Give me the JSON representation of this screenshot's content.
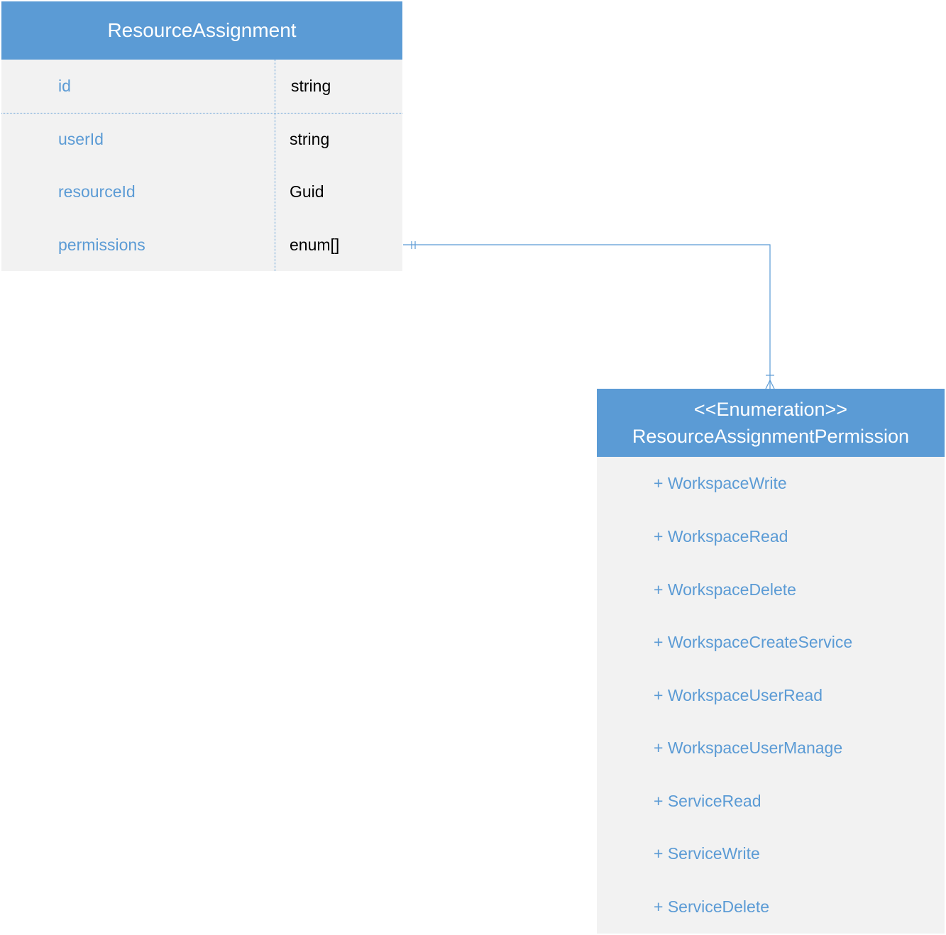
{
  "entity_a": {
    "title": "ResourceAssignment",
    "fields": [
      {
        "name": "id",
        "type": "string"
      },
      {
        "name": "userId",
        "type": "string"
      },
      {
        "name": "resourceId",
        "type": "Guid"
      },
      {
        "name": "permissions",
        "type": "enum[]"
      }
    ]
  },
  "entity_b": {
    "stereotype": "<<Enumeration>>",
    "title": "ResourceAssignmentPermission",
    "items": [
      "+ WorkspaceWrite",
      "+ WorkspaceRead",
      "+ WorkspaceDelete",
      "+ WorkspaceCreateService",
      "+ WorkspaceUserRead",
      "+ WorkspaceUserManage",
      "+ ServiceRead",
      "+ ServiceWrite",
      "+ ServiceDelete"
    ]
  },
  "colors": {
    "header": "#5b9bd5",
    "body": "#f2f2f2",
    "field_name": "#5b9bd5",
    "field_type": "#000000",
    "connector": "#5b9bd5"
  }
}
